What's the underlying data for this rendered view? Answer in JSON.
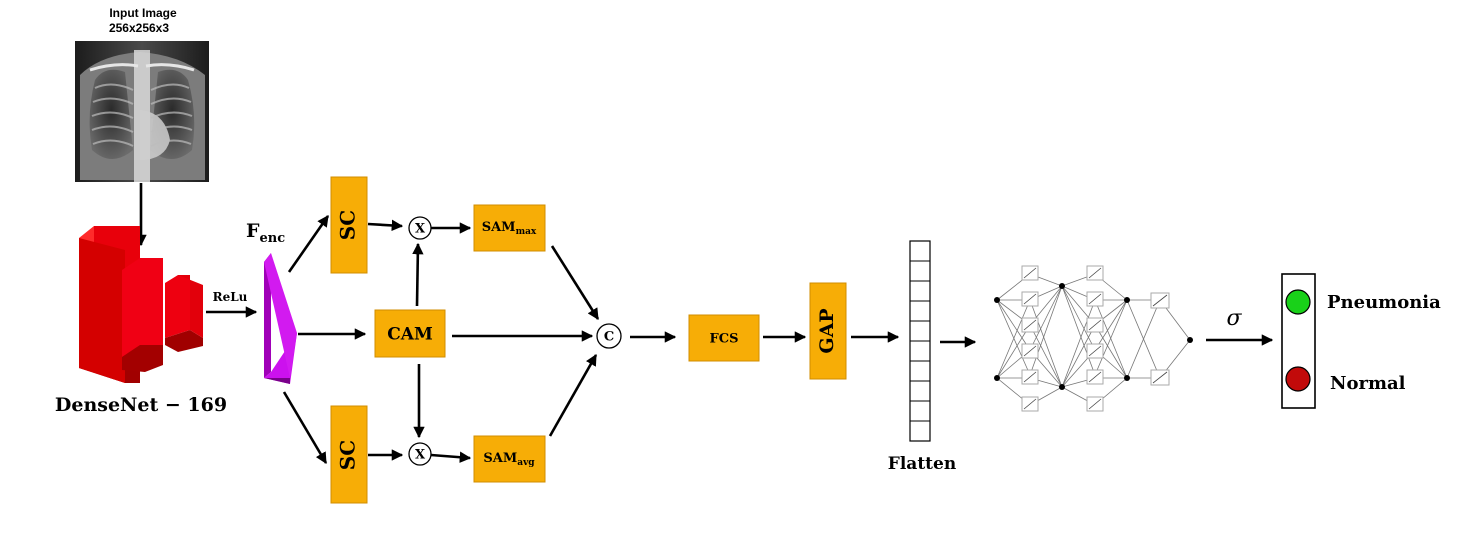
{
  "input": {
    "title": "Input Image",
    "dims": "256x256x3"
  },
  "backbone": {
    "label": "DenseNet − 169",
    "color": "#e8000b"
  },
  "activation": "ReLu",
  "feature": {
    "main": "F",
    "sub": "enc",
    "color": "#cc11ee"
  },
  "blocks": {
    "sc_top": "SC",
    "sc_bottom": "SC",
    "cam": "CAM",
    "sam_max_main": "SAM",
    "sam_max_sub": "max",
    "sam_avg_main": "SAM",
    "sam_avg_sub": "avg",
    "fcs": "FCS",
    "gap": "GAP",
    "color": "#f7ad06"
  },
  "operators": {
    "multiply_top": "X",
    "multiply_bottom": "X",
    "concat": "C"
  },
  "flatten": "Flatten",
  "sigma": "σ",
  "outputs": [
    {
      "label": "Pneumonia",
      "color": "#19d119"
    },
    {
      "label": "Normal",
      "color": "#c20a0a"
    }
  ]
}
